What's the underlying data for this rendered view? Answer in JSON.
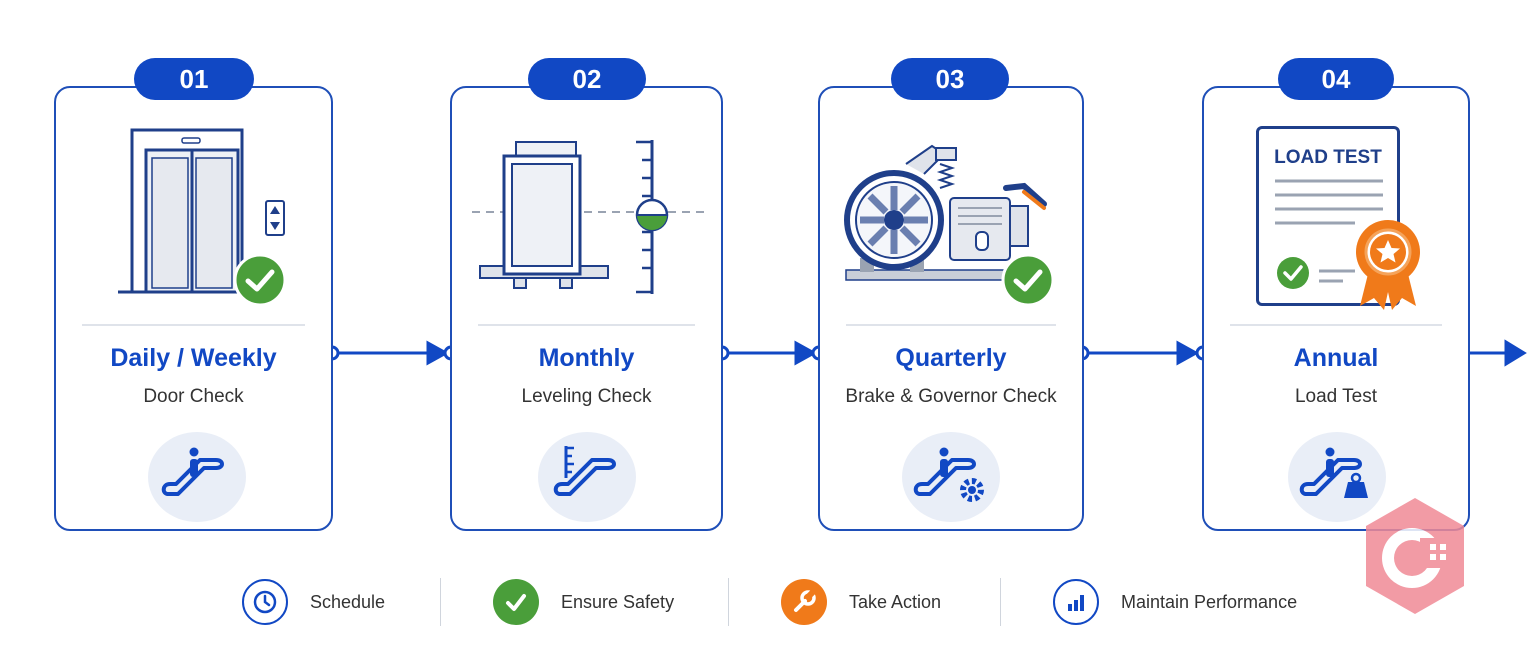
{
  "steps": [
    {
      "number": "01",
      "frequency": "Daily / Weekly",
      "task": "Door Check"
    },
    {
      "number": "02",
      "frequency": "Monthly",
      "task": "Leveling Check"
    },
    {
      "number": "03",
      "frequency": "Quarterly",
      "task": "Brake & Governor Check"
    },
    {
      "number": "04",
      "frequency": "Annual",
      "task": "Load Test"
    }
  ],
  "certificate_title": "LOAD TEST",
  "legend": [
    {
      "label": "Schedule",
      "icon": "clock-icon"
    },
    {
      "label": "Ensure Safety",
      "icon": "check-icon"
    },
    {
      "label": "Take Action",
      "icon": "wrench-icon"
    },
    {
      "label": "Maintain Performance",
      "icon": "bar-chart-icon"
    }
  ],
  "colors": {
    "primary": "#1148c4",
    "green": "#4a9e3a",
    "orange": "#f07a1a",
    "border": "#1f4fb8"
  }
}
